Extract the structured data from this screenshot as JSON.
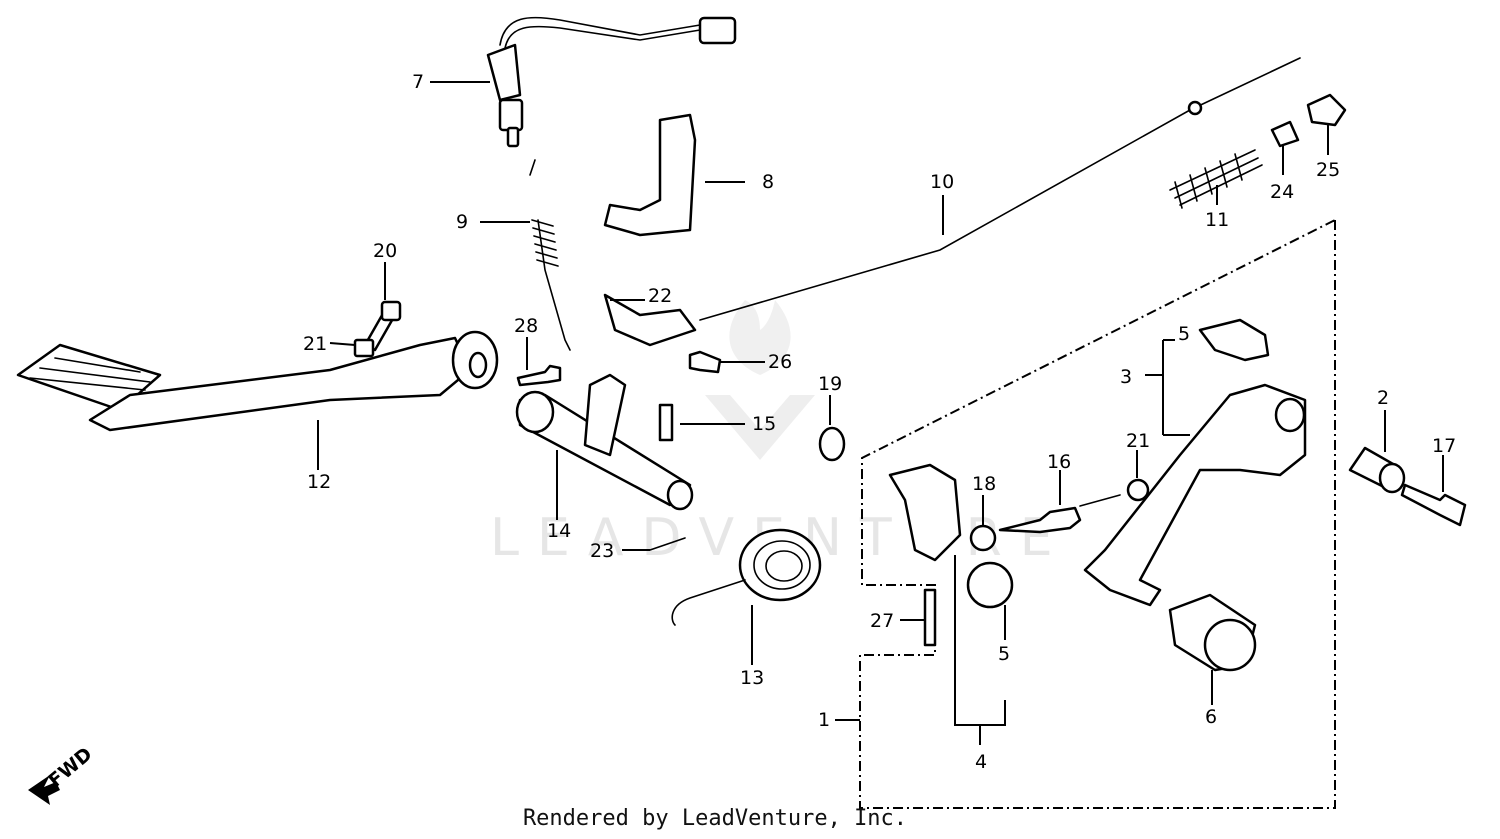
{
  "watermark": "LEADVENTURE",
  "footer": "Rendered by LeadVenture, Inc.",
  "fwd_label": "FWD",
  "callouts": [
    "1",
    "2",
    "3",
    "4",
    "5",
    "5",
    "6",
    "7",
    "8",
    "9",
    "10",
    "11",
    "12",
    "13",
    "14",
    "15",
    "16",
    "17",
    "18",
    "19",
    "20",
    "21",
    "21",
    "22",
    "23",
    "24",
    "25",
    "26",
    "27",
    "28"
  ]
}
